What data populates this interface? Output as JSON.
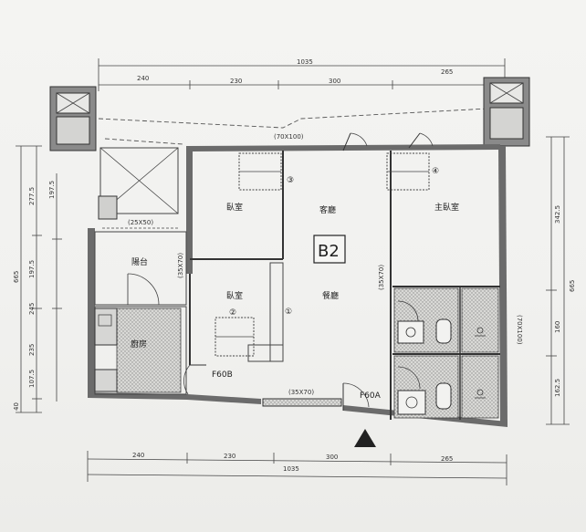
{
  "unit_label": "B2",
  "rooms": {
    "bedroom_a": "臥室",
    "bedroom_b": "臥室",
    "master_bedroom": "主臥室",
    "living": "客廳",
    "dining": "餐廳",
    "balcony": "陽台",
    "kitchen": "廚房"
  },
  "door_tags": {
    "f60b": "F60B",
    "f60a": "F60A"
  },
  "callouts": {
    "c1": "①",
    "c2": "②",
    "c3": "③",
    "c4": "④"
  },
  "opening_labels": {
    "top": "(70X100)",
    "right": "(70X100)",
    "window_25x50": "(25X50)",
    "left_35x70": "(35X70)",
    "center_35x70": "(35X70)",
    "bottom_35x70": "(35X70)"
  },
  "dims_top": {
    "total": "1035",
    "a": "240",
    "b": "230",
    "c": "300",
    "d": "265"
  },
  "dims_bottom": {
    "total": "1035",
    "a": "240",
    "b": "230",
    "c": "300",
    "d": "265"
  },
  "dims_left_outer": {
    "total": "665",
    "a": "277.5",
    "b": "197.5",
    "c": "245",
    "d": "235",
    "e": "40"
  },
  "dims_left_inner": {
    "a": "197.5",
    "b": "107.5"
  },
  "dims_right": {
    "total": "665",
    "a": "342.5",
    "b": "160",
    "c": "162.5"
  }
}
